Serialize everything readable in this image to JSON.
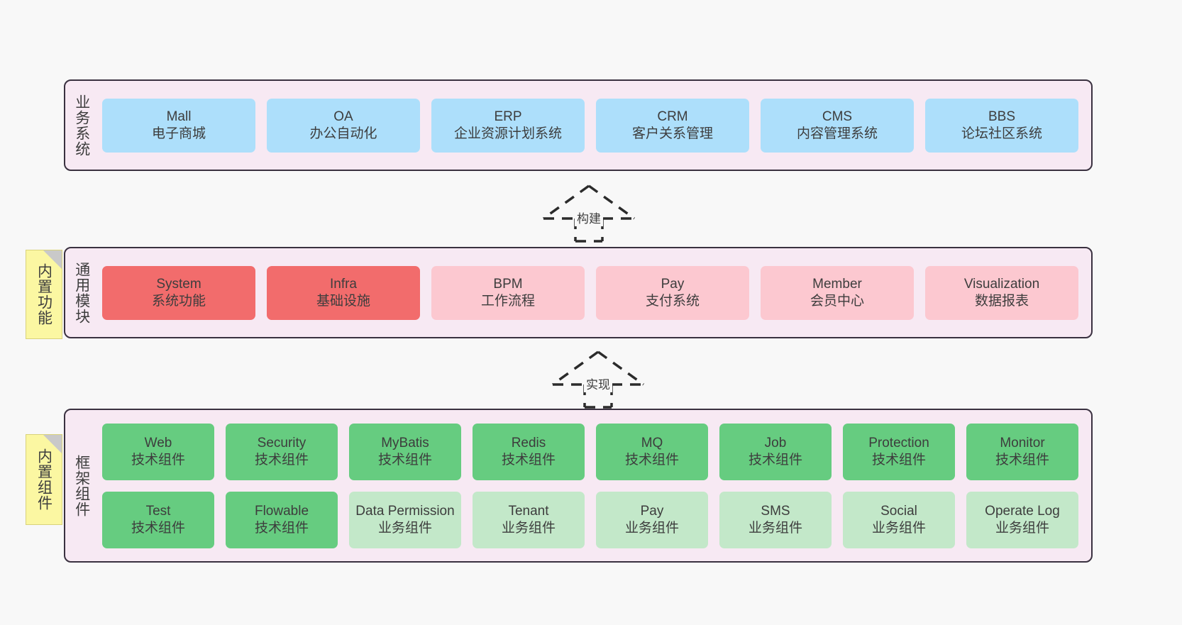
{
  "palette": {
    "page_bg": "#f8f8f8",
    "panel_bg": "#f7e9f3",
    "panel_border": "#3a3140",
    "business_cell": "#addffb",
    "module_primary": "#f26c6c",
    "module_secondary": "#fcc8d0",
    "tech_component": "#66cc80",
    "biz_component": "#c3e8c9",
    "note_bg": "#fbf7a2",
    "note_fold": "#c9c9c9",
    "text": "#3d3d3d"
  },
  "notes": [
    {
      "label": "内置功能"
    },
    {
      "label": "内置组件"
    }
  ],
  "arrows": [
    {
      "label": "构建",
      "style": "dashed-hollow-up"
    },
    {
      "label": "实现",
      "style": "dashed-hollow-up"
    }
  ],
  "layers": [
    {
      "id": "business",
      "title": "业务系统",
      "rows": [
        {
          "cells": [
            {
              "en": "Mall",
              "cn": "电子商城",
              "color": "#addffb"
            },
            {
              "en": "OA",
              "cn": "办公自动化",
              "color": "#addffb"
            },
            {
              "en": "ERP",
              "cn": "企业资源计划系统",
              "color": "#addffb"
            },
            {
              "en": "CRM",
              "cn": "客户关系管理",
              "color": "#addffb"
            },
            {
              "en": "CMS",
              "cn": "内容管理系统",
              "color": "#addffb"
            },
            {
              "en": "BBS",
              "cn": "论坛社区系统",
              "color": "#addffb"
            }
          ]
        }
      ]
    },
    {
      "id": "common",
      "title": "通用模块",
      "rows": [
        {
          "cells": [
            {
              "en": "System",
              "cn": "系统功能",
              "color": "#f26c6c"
            },
            {
              "en": "Infra",
              "cn": "基础设施",
              "color": "#f26c6c"
            },
            {
              "en": "BPM",
              "cn": "工作流程",
              "color": "#fcc8d0"
            },
            {
              "en": "Pay",
              "cn": "支付系统",
              "color": "#fcc8d0"
            },
            {
              "en": "Member",
              "cn": "会员中心",
              "color": "#fcc8d0"
            },
            {
              "en": "Visualization",
              "cn": "数据报表",
              "color": "#fcc8d0"
            }
          ]
        }
      ]
    },
    {
      "id": "framework",
      "title": "框架组件",
      "rows": [
        {
          "cells": [
            {
              "en": "Web",
              "cn": "技术组件",
              "color": "#66cc80"
            },
            {
              "en": "Security",
              "cn": "技术组件",
              "color": "#66cc80"
            },
            {
              "en": "MyBatis",
              "cn": "技术组件",
              "color": "#66cc80"
            },
            {
              "en": "Redis",
              "cn": "技术组件",
              "color": "#66cc80"
            },
            {
              "en": "MQ",
              "cn": "技术组件",
              "color": "#66cc80"
            },
            {
              "en": "Job",
              "cn": "技术组件",
              "color": "#66cc80"
            },
            {
              "en": "Protection",
              "cn": "技术组件",
              "color": "#66cc80"
            },
            {
              "en": "Monitor",
              "cn": "技术组件",
              "color": "#66cc80"
            }
          ]
        },
        {
          "cells": [
            {
              "en": "Test",
              "cn": "技术组件",
              "color": "#66cc80"
            },
            {
              "en": "Flowable",
              "cn": "技术组件",
              "color": "#66cc80"
            },
            {
              "en": "Data Permission",
              "cn": "业务组件",
              "color": "#c3e8c9"
            },
            {
              "en": "Tenant",
              "cn": "业务组件",
              "color": "#c3e8c9"
            },
            {
              "en": "Pay",
              "cn": "业务组件",
              "color": "#c3e8c9"
            },
            {
              "en": "SMS",
              "cn": "业务组件",
              "color": "#c3e8c9"
            },
            {
              "en": "Social",
              "cn": "业务组件",
              "color": "#c3e8c9"
            },
            {
              "en": "Operate Log",
              "cn": "业务组件",
              "color": "#c3e8c9"
            }
          ]
        }
      ]
    }
  ]
}
